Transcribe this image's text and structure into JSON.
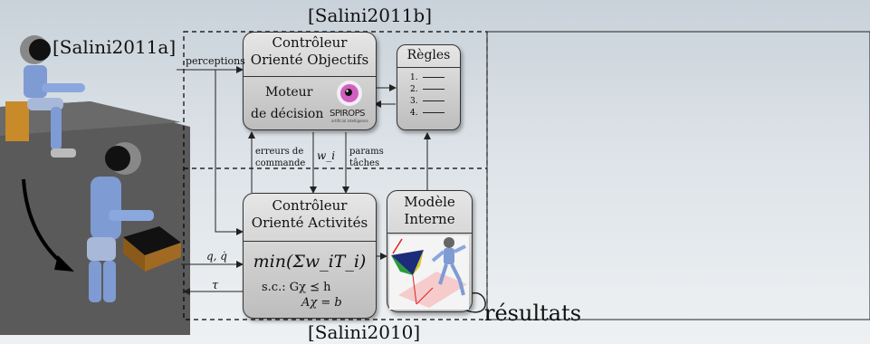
{
  "refs": {
    "top": "[Salini2011b]",
    "left": "[Salini2011a]",
    "bottom": "[Salini2010]"
  },
  "goal_controller": {
    "title_line1": "Contrôleur",
    "title_line2": "Orienté Objectifs",
    "engine_line1": "Moteur",
    "engine_line2": "de décision",
    "logo_text": "SPIROPS",
    "logo_sub": "artificial intelligence"
  },
  "rules": {
    "title": "Règles",
    "items": [
      "1.",
      "2.",
      "3.",
      "4."
    ]
  },
  "activity_controller": {
    "title_line1": "Contrôleur",
    "title_line2": "Orienté Activités",
    "objective": "min(Σw_iT_i)",
    "constraint_line1": "s.c.: Gχ ⪯ h",
    "constraint_line2": "Aχ = b"
  },
  "internal_model": {
    "title_line1": "Modèle",
    "title_line2": "Interne"
  },
  "arrows": {
    "perceptions": "perceptions",
    "errors_line1": "erreurs de",
    "errors_line2": "commande",
    "weights": "w_i",
    "params_line1": "params",
    "params_line2": "tâches",
    "state": "q, q̇",
    "torque": "τ",
    "results": "résultats"
  }
}
